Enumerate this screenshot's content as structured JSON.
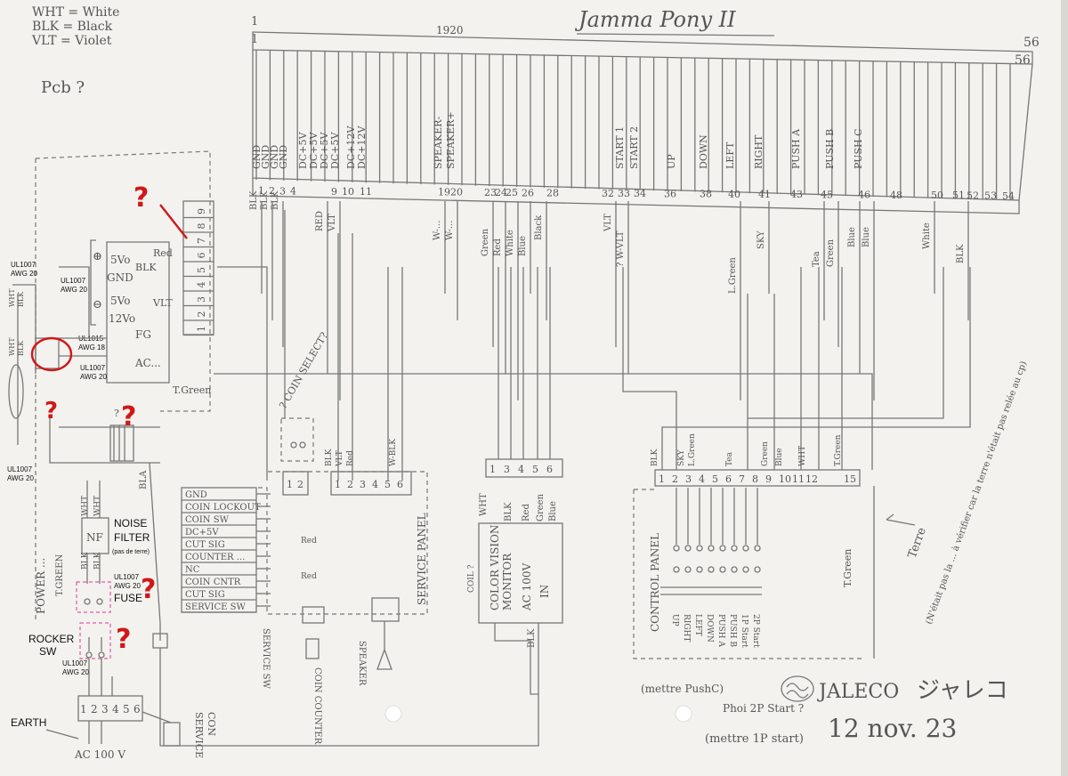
{
  "legend": [
    "WHT = White",
    "BLK = Black",
    "VLT = Violet"
  ],
  "pcb_question": "Pcb ?",
  "title": "Jamma Pony II",
  "edge_numbers": {
    "left_top": "1",
    "left_bottom": "1",
    "mid": "1920",
    "right_top": "56",
    "right_bottom": "56"
  },
  "jamma_labels": [
    "GND",
    "GND",
    "GND",
    "GND",
    "DC+5V",
    "DC+5V",
    "DC+5V",
    "DC+5V",
    "DC+12V",
    "DC+12V",
    "SPEAKER-",
    "SPEAKER+",
    "START 1",
    "START 2",
    "UP",
    "DOWN",
    "LEFT",
    "RIGHT",
    "PUSH A",
    "PUSH B",
    "PUSH C"
  ],
  "jamma_pins": [
    "1",
    "2",
    "3",
    "4",
    "9",
    "10",
    "11",
    "19",
    "20",
    "23",
    "24",
    "25",
    "26",
    "28",
    "32",
    "33",
    "34",
    "36",
    "38",
    "40",
    "41",
    "43",
    "45",
    "46",
    "48",
    "50",
    "51",
    "52",
    "53",
    "54"
  ],
  "jamma_wires": [
    "BLK",
    "BLK",
    "BLK",
    "RED",
    "VLT",
    "W-...",
    "W-...",
    "Green",
    "Red",
    "White",
    "Blue",
    "Black",
    "VLT",
    "?  W-VLT",
    "L.Green",
    "SKY",
    "Tea",
    "Green",
    "Blue",
    "Blue",
    "White",
    "BLK"
  ],
  "power_block": {
    "pins": [
      "1",
      "2",
      "3",
      "4",
      "5",
      "6",
      "7",
      "8",
      "9"
    ],
    "terminals": [
      "5Vo",
      "GND",
      "5Vo",
      "12Vo",
      "FG",
      "AC..."
    ],
    "wires": [
      "Red",
      "BLK",
      "VLT",
      "T.Green"
    ],
    "plus": "⊕",
    "minus": "⊖"
  },
  "cable_specs": {
    "ul1007_awg20_a": [
      "UL1007",
      "AWG 20"
    ],
    "ul1007_awg20_b": [
      "UL1007",
      "AWG 20"
    ],
    "ul1015_awg18": [
      "UL1015",
      "AWG 18"
    ],
    "ul1007_awg20_c": [
      "UL1007",
      "AWG 20"
    ],
    "ul1007_awg20_d": [
      "UL1007",
      "AWG 20"
    ],
    "ul1007_awg20_e": [
      "UL1007",
      "AWG 20"
    ],
    "ul1007_awg20_f": [
      "UL1007",
      "AWG 20"
    ]
  },
  "left_wires": [
    "WHT",
    "BLK",
    "WHT",
    "BLK",
    "BLK",
    "WHT",
    "BLA"
  ],
  "noise_filter": {
    "label": [
      "NOISE",
      "FILTER"
    ],
    "note": "(pas de terre)",
    "nf": "NF",
    "wires": [
      "WHT",
      "BLK"
    ]
  },
  "fuse": "FUSE",
  "rocker": [
    "ROCKER",
    "SW"
  ],
  "earth": "EARTH",
  "ac_label": "AC 100 V",
  "power_label": "POWER ...",
  "t_green": "T.GREEN",
  "service_con": [
    "SERVICE",
    "CON"
  ],
  "bottom_connector_pins": [
    "1",
    "2",
    "3",
    "4",
    "5",
    "6"
  ],
  "service_list": [
    "GND",
    "COIN LOCKOUT",
    "COIN SW",
    "DC+5V",
    "CUT SIG",
    "COUNTER ...",
    "NC",
    "COIN CNTR",
    "CUT SIG",
    "SERVICE SW"
  ],
  "coin_select": "? COIN SELECT?",
  "service_panel": "SERVICE PANEL",
  "service_pins": [
    "1",
    "2",
    "1",
    "2",
    "3",
    "4",
    "5",
    "6"
  ],
  "service_wires": [
    "BLK",
    "VLT",
    "Red",
    "W-BLK",
    "Red",
    "Red"
  ],
  "service_items": [
    "SERVICE SW",
    "COIN COUNTER",
    "SPEAKER"
  ],
  "monitor": {
    "pins": [
      "1",
      "3",
      "4",
      "5",
      "6"
    ],
    "label": [
      "COIL ?",
      "COLOR VISION",
      "MONITOR",
      "AC 100V",
      "IN"
    ],
    "wires": [
      "WHT",
      "BLK",
      "Red",
      "Green",
      "Blue",
      "BLK"
    ]
  },
  "control_panel": {
    "label": "CONTROL PANEL",
    "pins": [
      "1",
      "2",
      "3",
      "4",
      "5",
      "6",
      "7",
      "8",
      "9",
      "10",
      "11",
      "12",
      "15"
    ],
    "wires": [
      "BLK",
      "SKY",
      "L.Green",
      "Tea",
      "Green",
      "Blue",
      "WHT",
      "T.Green"
    ],
    "buttons": [
      "UP",
      "RIGHT",
      "LEFT",
      "DOWN",
      "PUSH A",
      "PUSH B",
      "1P Start",
      "2P Start"
    ]
  },
  "notes": {
    "terre": "Terre",
    "terre_note": "(N'était pas la ... à vérifier car la terre n'était pas relée au cp)",
    "pushc": "(mettre PushC)",
    "phoi": "Phoi 2P Start ?",
    "mettre1p": "(mettre 1P start)"
  },
  "jaleco_logo": "JALECO",
  "jaleco_jp": "ジャレコ",
  "date": "12 nov. 23",
  "question_marks": [
    "?",
    "?",
    "?",
    "?",
    "?",
    "?",
    "?"
  ],
  "colors": {
    "pencil": "#777777",
    "red_ink": "#d01818",
    "pink": "#e25aa3",
    "paper": "#f3f2ee"
  }
}
